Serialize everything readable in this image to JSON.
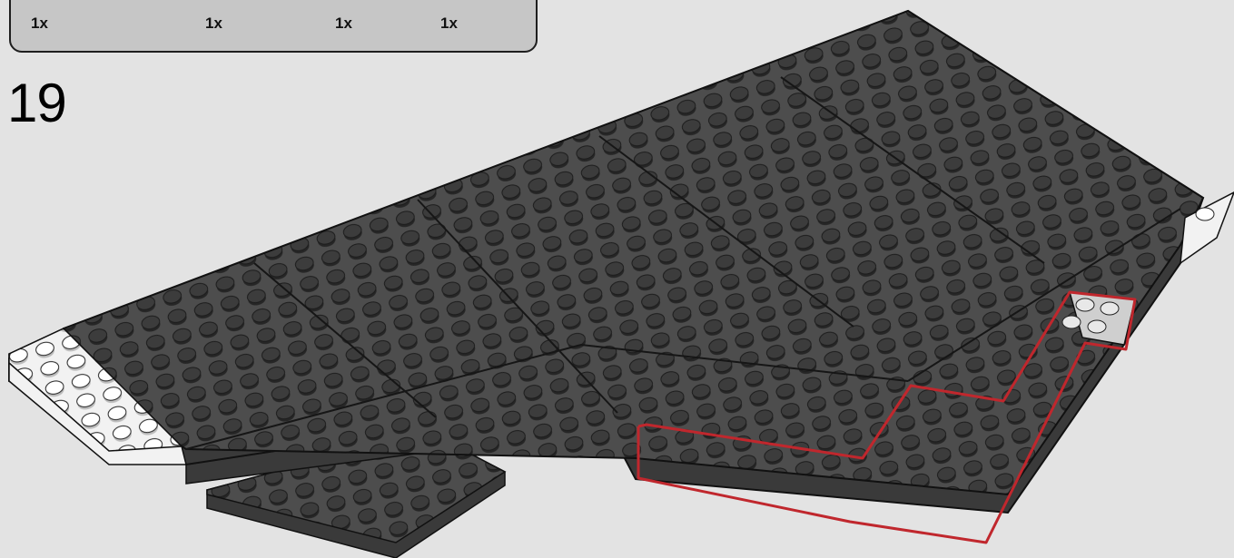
{
  "parts_list": {
    "items": [
      {
        "qty": "1x",
        "color": "#6b6b6b"
      },
      {
        "qty": "1x",
        "color": "#6b6b6b"
      },
      {
        "qty": "1x",
        "color": "#8d8d8d"
      },
      {
        "qty": "1x",
        "color": "#a6a6a6"
      }
    ]
  },
  "step": {
    "number": "19"
  },
  "colors": {
    "background": "#e3e3e3",
    "panel": "#c6c6c6",
    "plate_dark": "#4d4d4d",
    "plate_side": "#3a3a3a",
    "stud": "#3c3c3c",
    "plate_white": "#f2f2f2",
    "highlight_outline": "#c0272d"
  }
}
